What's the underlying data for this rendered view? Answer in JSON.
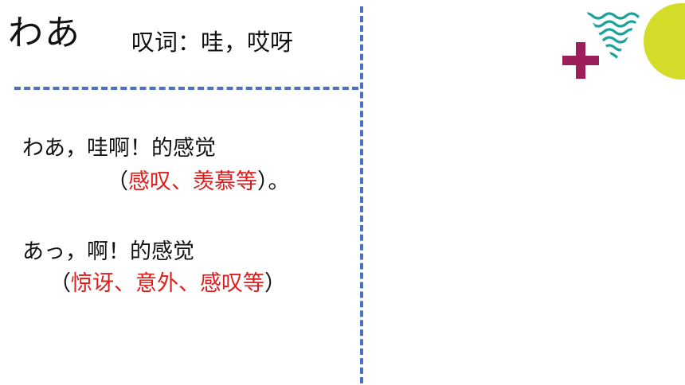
{
  "vocab": {
    "word": "わあ",
    "definition": "叹词：哇，哎呀"
  },
  "explanations": [
    {
      "line1": "わあ，哇啊！的感觉",
      "line2_open": "（",
      "line2_red": "感叹、羡慕等",
      "line2_close": "）。"
    },
    {
      "line1": "あっ，啊！的感觉",
      "line2_open": "（",
      "line2_red": "惊讶、意外、感叹等",
      "line2_close": "）"
    }
  ],
  "colors": {
    "accent_red": "#e01b1b",
    "dash_blue": "#4a72c4",
    "teal": "#1aa39a",
    "magenta": "#9c1f5c",
    "lime": "#d4dc2a"
  },
  "icons": [
    "teal-wave-triangle-icon",
    "plus-icon",
    "lime-circle-icon"
  ]
}
